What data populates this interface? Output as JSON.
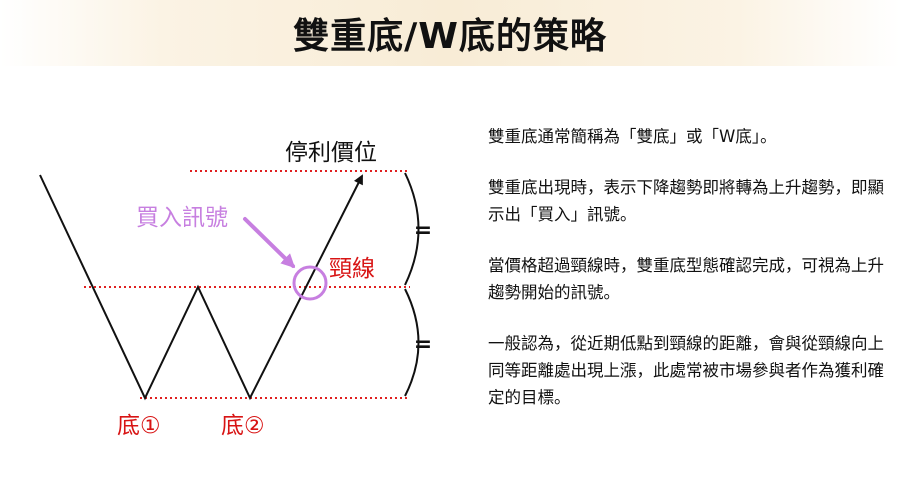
{
  "title": "雙重底/W底的策略",
  "diagram": {
    "stop_loss_label": "停利價位",
    "buy_signal_label": "買入訊號",
    "neckline_label": "頸線",
    "bottom1_label": "底①",
    "bottom2_label": "底②",
    "equal_mark_top": "=",
    "equal_mark_bottom": "=",
    "colors": {
      "line": "#111111",
      "dotted_guide": "#e02020",
      "red_text": "#d81414",
      "purple": "#c77fe0",
      "black_text": "#111111"
    }
  },
  "description": {
    "paragraph1": "雙重底通常簡稱為「雙底」或「W底」。",
    "paragraph2": "雙重底出現時，表示下降趨勢即將轉為上升趨勢，即顯示出「買入」訊號。",
    "paragraph3": "當價格超過頸線時，雙重底型態確認完成，可視為上升趨勢開始的訊號。",
    "paragraph4": "一般認為，從近期低點到頸線的距離，會與從頸線向上同等距離處出現上漲，此處常被市場參與者作為獲利確定的目標。"
  }
}
